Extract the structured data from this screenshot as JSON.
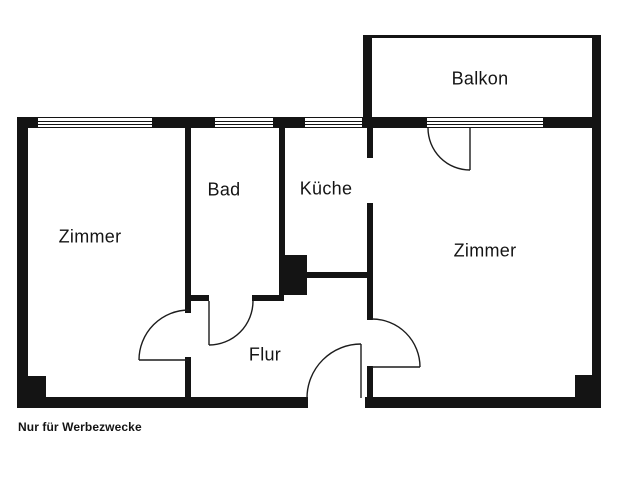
{
  "plan": {
    "rooms": {
      "balkon": {
        "label": "Balkon"
      },
      "zimmer_left": {
        "label": "Zimmer"
      },
      "bad": {
        "label": "Bad"
      },
      "kueche": {
        "label": "Küche"
      },
      "zimmer_right": {
        "label": "Zimmer"
      },
      "flur": {
        "label": "Flur"
      }
    },
    "disclaimer": "Nur für Werbezwecke",
    "colors": {
      "wall": "#141414",
      "background": "#ffffff",
      "text": "#141414"
    }
  }
}
